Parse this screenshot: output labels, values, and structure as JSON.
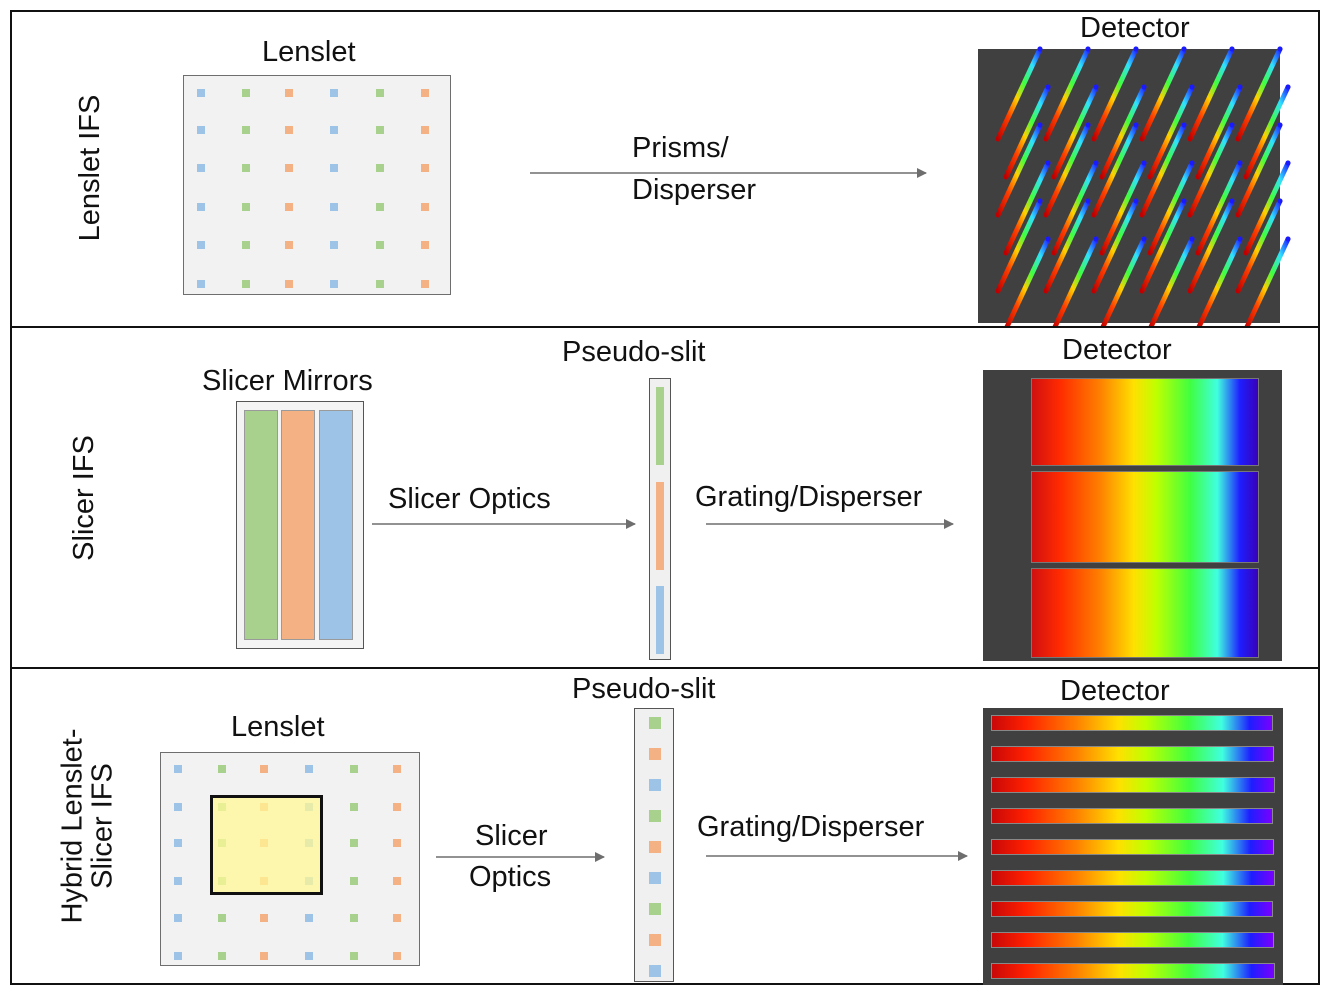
{
  "colors": {
    "blue": "#9dc3e6",
    "green": "#a9d18e",
    "orange": "#f4b183",
    "detector": "#404040"
  },
  "lenslet_ifs": {
    "row_label": "Lenslet IFS",
    "lenslet_label": "Lenslet",
    "arrow_label_line1": "Prisms/",
    "arrow_label_line2": "Disperser",
    "detector_label": "Detector"
  },
  "slicer_ifs": {
    "row_label": "Slicer IFS",
    "mirrors_label": "Slicer Mirrors",
    "optics_label": "Slicer Optics",
    "pseudo_slit_label": "Pseudo-slit",
    "grating_label": "Grating/Disperser",
    "detector_label": "Detector"
  },
  "hybrid_ifs": {
    "row_label_line1": "Hybrid Lenslet-",
    "row_label_line2": "Slicer IFS",
    "lenslet_label": "Lenslet",
    "optics_label_line1": "Slicer",
    "optics_label_line2": "Optics",
    "pseudo_slit_label": "Pseudo-slit",
    "grating_label": "Grating/Disperser",
    "detector_label": "Detector"
  }
}
